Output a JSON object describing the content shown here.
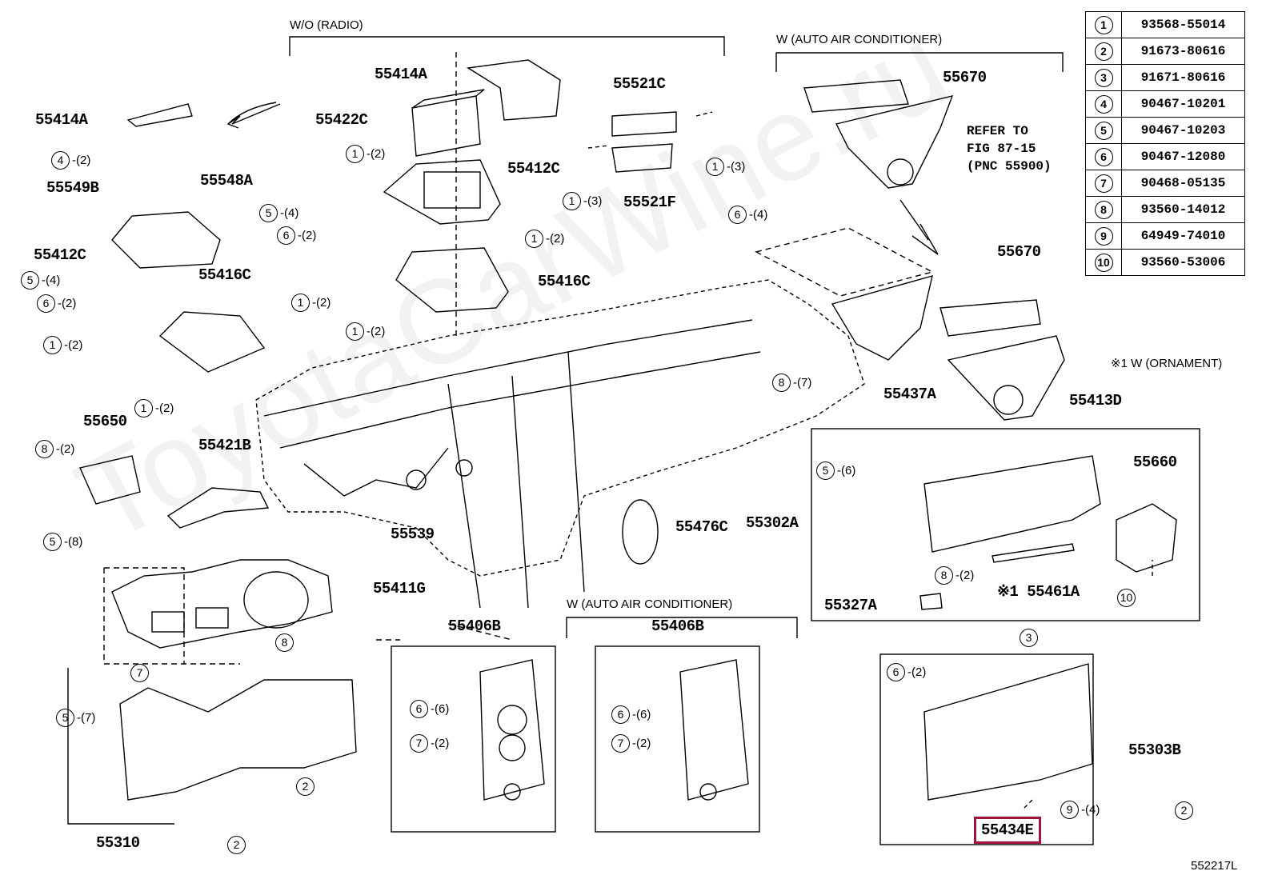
{
  "diagram_id": "552217L",
  "watermark": "ToyotaCarWine.ru",
  "headers": {
    "wo_radio": "W/O (RADIO)",
    "w_auto_ac_top": "W (AUTO AIR CONDITIONER)",
    "w_auto_ac_bottom": "W (AUTO AIR CONDITIONER)",
    "ornament_note": "※1 W (ORNAMENT)"
  },
  "refer": {
    "line1": "REFER TO",
    "line2": "FIG 87-15",
    "line3": "(PNC 55900)"
  },
  "parts_table": [
    {
      "num": "1",
      "pn": "93568-55014"
    },
    {
      "num": "2",
      "pn": "91673-80616"
    },
    {
      "num": "3",
      "pn": "91671-80616"
    },
    {
      "num": "4",
      "pn": "90467-10201"
    },
    {
      "num": "5",
      "pn": "90467-10203"
    },
    {
      "num": "6",
      "pn": "90467-12080"
    },
    {
      "num": "7",
      "pn": "90468-05135"
    },
    {
      "num": "8",
      "pn": "93560-14012"
    },
    {
      "num": "9",
      "pn": "64949-74010"
    },
    {
      "num": "10",
      "pn": "93560-53006"
    }
  ],
  "part_labels": {
    "p55414A_left": "55414A",
    "p55414A_top": "55414A",
    "p55422C": "55422C",
    "p55521C": "55521C",
    "p55521F": "55521F",
    "p55412C_top": "55412C",
    "p55412C_left": "55412C",
    "p55548A": "55548A",
    "p55549B": "55549B",
    "p55416C_left": "55416C",
    "p55416C_mid": "55416C",
    "p55670_top": "55670",
    "p55670_mid": "55670",
    "p55437A": "55437A",
    "p55413D": "55413D",
    "p55650": "55650",
    "p55421B": "55421B",
    "p55539": "55539",
    "p55476C": "55476C",
    "p55302A": "55302A",
    "p55660": "55660",
    "p55461A": "※1 55461A",
    "p55327A": "55327A",
    "p55411G": "55411G",
    "p55406B_left": "55406B",
    "p55406B_right": "55406B",
    "p55303B": "55303B",
    "p55310": "55310",
    "p55434E": "55434E"
  },
  "callouts": [
    {
      "num": "4",
      "qty": "-(2)"
    },
    {
      "num": "1",
      "qty": "-(2)"
    },
    {
      "num": "5",
      "qty": "-(4)"
    },
    {
      "num": "6",
      "qty": "-(2)"
    },
    {
      "num": "1",
      "qty": "-(2)"
    },
    {
      "num": "1",
      "qty": "-(2)"
    },
    {
      "num": "1",
      "qty": "-(3)"
    },
    {
      "num": "1",
      "qty": "-(3)"
    },
    {
      "num": "6",
      "qty": "-(4)"
    },
    {
      "num": "5",
      "qty": "-(4)"
    },
    {
      "num": "6",
      "qty": "-(2)"
    },
    {
      "num": "1",
      "qty": "-(2)"
    },
    {
      "num": "1",
      "qty": "-(2)"
    },
    {
      "num": "1",
      "qty": "-(2)"
    },
    {
      "num": "8",
      "qty": "-(7)"
    },
    {
      "num": "8",
      "qty": "-(2)"
    },
    {
      "num": "5",
      "qty": "-(6)"
    },
    {
      "num": "5",
      "qty": "-(8)"
    },
    {
      "num": "8",
      "qty": "-(2)"
    },
    {
      "num": "10",
      "qty": ""
    },
    {
      "num": "3",
      "qty": ""
    },
    {
      "num": "8",
      "qty": ""
    },
    {
      "num": "7",
      "qty": ""
    },
    {
      "num": "6",
      "qty": "-(6)"
    },
    {
      "num": "7",
      "qty": "-(2)"
    },
    {
      "num": "6",
      "qty": "-(6)"
    },
    {
      "num": "7",
      "qty": "-(2)"
    },
    {
      "num": "5",
      "qty": "-(7)"
    },
    {
      "num": "2",
      "qty": ""
    },
    {
      "num": "2",
      "qty": ""
    },
    {
      "num": "6",
      "qty": "-(2)"
    },
    {
      "num": "9",
      "qty": "-(4)"
    },
    {
      "num": "2",
      "qty": ""
    }
  ],
  "colors": {
    "highlight": "#a0143c",
    "ink": "#000000"
  }
}
